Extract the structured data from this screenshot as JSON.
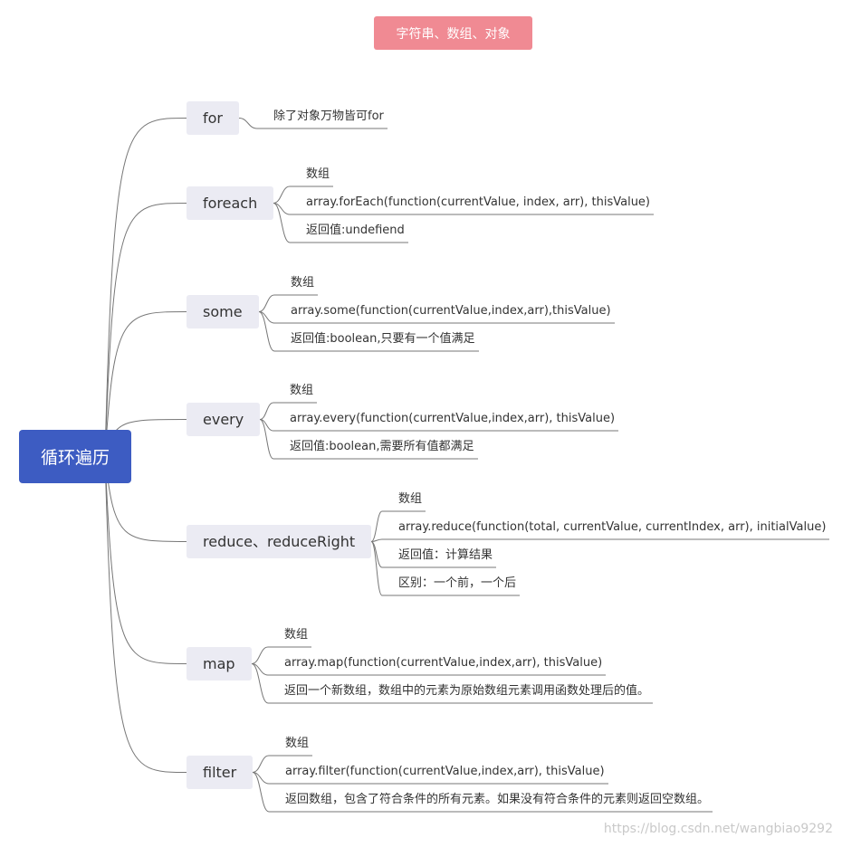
{
  "header": {
    "tag": "字符串、数组、对象"
  },
  "root": {
    "label": "循环遍历"
  },
  "branches": [
    {
      "label": "for",
      "leaves": [
        "除了对象万物皆可for"
      ]
    },
    {
      "label": "foreach",
      "leaves": [
        "数组",
        "array.forEach(function(currentValue, index, arr), thisValue)",
        "返回值:undefiend"
      ]
    },
    {
      "label": "some",
      "leaves": [
        "数组",
        "array.some(function(currentValue,index,arr),thisValue)",
        "返回值:boolean,只要有一个值满足"
      ]
    },
    {
      "label": "every",
      "leaves": [
        "数组",
        "array.every(function(currentValue,index,arr), thisValue)",
        "返回值:boolean,需要所有值都满足"
      ]
    },
    {
      "label": "reduce、reduceRight",
      "leaves": [
        "数组",
        "array.reduce(function(total, currentValue, currentIndex, arr), initialValue)",
        "返回值：计算结果",
        "区别：一个前，一个后"
      ]
    },
    {
      "label": "map",
      "leaves": [
        "数组",
        "array.map(function(currentValue,index,arr), thisValue)",
        "返回一个新数组，数组中的元素为原始数组元素调用函数处理后的值。"
      ]
    },
    {
      "label": "filter",
      "leaves": [
        "数组",
        "array.filter(function(currentValue,index,arr), thisValue)",
        "返回数组，包含了符合条件的所有元素。如果没有符合条件的元素则返回空数组。"
      ]
    }
  ],
  "watermark": "https://blog.csdn.net/wangbiao9292",
  "colors": {
    "root": "#3d5cc2",
    "tag": "#f08a93",
    "node": "#ebebf3",
    "line": "#777777"
  }
}
